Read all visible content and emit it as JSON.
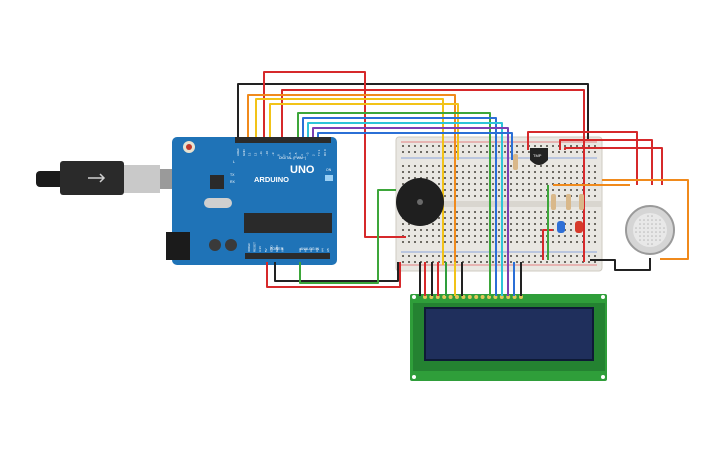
{
  "arduino": {
    "logo_text": "ARDUINO",
    "model_text": "UNO",
    "digital_label": "DIGITAL (PWM~)",
    "power_label": "POWER",
    "analog_label": "ANALOG IN",
    "led_labels": [
      "L",
      "TX",
      "RX"
    ],
    "on_label": "ON",
    "top_pin_labels": [
      "AREF",
      "GND",
      "13",
      "12",
      "~11",
      "~10",
      "~9",
      "8",
      "7",
      "~6",
      "~5",
      "4",
      "~3",
      "2",
      "TX 1",
      "RX 0"
    ],
    "power_pin_labels": [
      "IOREF",
      "RESET",
      "3.3V",
      "5V",
      "GND",
      "GND",
      "Vin"
    ],
    "analog_pin_labels": [
      "A0",
      "A1",
      "A2",
      "A3",
      "A4",
      "A5"
    ]
  },
  "sensor": {
    "label": "TMP"
  },
  "colors": {
    "board": "#1f73b7",
    "breadboard": "#e9e7e2",
    "lcd_pcb": "#2f9e3a",
    "lcd_screen": "#1f2f5c",
    "wire_red": "#d6292b",
    "wire_black": "#222222",
    "wire_yellow": "#f2c318",
    "wire_orange": "#f08a1c",
    "wire_green": "#3da63a",
    "wire_blue": "#2b6fd6",
    "wire_cyan": "#2ec4d8",
    "wire_purple": "#7b3fb3"
  }
}
